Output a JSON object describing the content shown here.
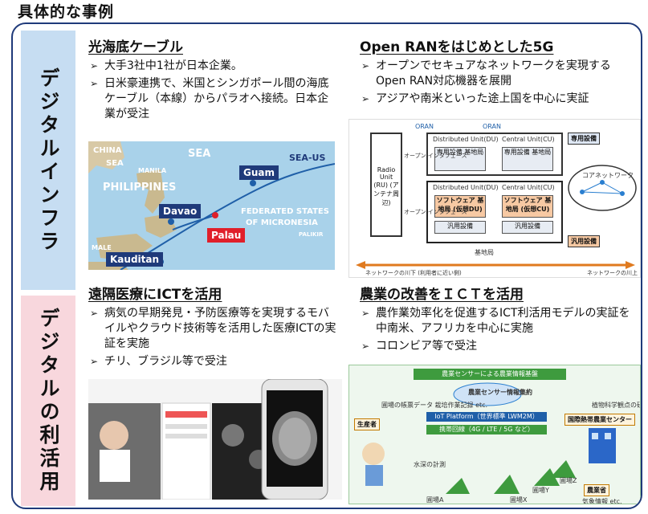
{
  "page": {
    "title": "具体的な事例"
  },
  "sections": {
    "digital_infra": "デジタルインフラ",
    "digital_use": "デジタルの利活用"
  },
  "cable": {
    "title": "光海底ケーブル",
    "bullets": [
      "大手3社中1社が日本企業。",
      "日米豪連携で、米国とシンガポール間の海底ケーブル（本線）からパラオへ接続。日本企業が受注"
    ],
    "map": {
      "labels": [
        "CHINA",
        "SEA",
        "SEA",
        "MANILA",
        "PHILIPPINES",
        "FEDERATED STATES",
        "OF MICRONESIA",
        "PALIKIR",
        "MALE",
        "SEA-US"
      ],
      "places": [
        "Guam",
        "Davao",
        "Palau",
        "Kauditan"
      ]
    }
  },
  "ran": {
    "title": "Open RANをはじめとした5G",
    "bullets": [
      "オープンでセキュアなネットワークを実現するOpen RAN対応機器を展開",
      "アジアや南米といった途上国を中心に実証"
    ],
    "diagram": {
      "oran": "ORAN",
      "ru": "Radio Unit (RU) (アンテナ周辺)",
      "du": "Distributed Unit(DU)",
      "cu": "Central Unit(CU)",
      "dedicated": "専用設備 基地局",
      "software_du": "ソフトウェア 基地局 (仮想DU)",
      "software_cu": "ソフトウェア 基地局 (仮想CU)",
      "general": "汎用設備",
      "open_if": "オープン インタフェース",
      "badge_dedicated": "専用設備",
      "badge_general": "汎用設備",
      "core": "コアネットワーク",
      "base": "基地局",
      "upstream_left": "ネットワークの川下 (利用者に近い側)",
      "upstream_right": "ネットワークの川上"
    }
  },
  "medical": {
    "title": "遠隔医療にICTを活用",
    "bullets": [
      "病気の早期発見・予防医療等を実現するモバイルやクラウド技術等を活用した医療ICTの実証を実施",
      "チリ、ブラジル等で受注"
    ]
  },
  "agri": {
    "title": "農業の改善をＩＣＴを活用",
    "bullets": [
      "農作業効率化を促進するICT利活用モデルの実証を中南米、アフリカを中心に実施",
      "コロンビア等で受注"
    ],
    "diagram": {
      "header": "農業センサーによる農業情報基盤",
      "cloud": "農業センサー情報集約",
      "iot": "IoT Platform（世界標準 LWM2M）",
      "wireless": "携帯回線（4G / LTE / 5G など）",
      "producer": "生産者",
      "research": "国際熱帯農業センター",
      "ministry": "農業省",
      "field_records": "圃場の帳票データ 栽培作業記録 etc.",
      "research_data": "植物科学観点の研究データ",
      "weather": "気象情報 etc.",
      "water": "水深の計測",
      "fields": [
        "圃場A",
        "圃場X",
        "圃場Y",
        "圃場Z"
      ]
    }
  },
  "colors": {
    "frame": "#1f3a7a",
    "infra_band": "#c6ddf2",
    "use_band": "#f8d7dd",
    "cable_line": "#1f5fa8",
    "palau": "#e01f2a"
  }
}
